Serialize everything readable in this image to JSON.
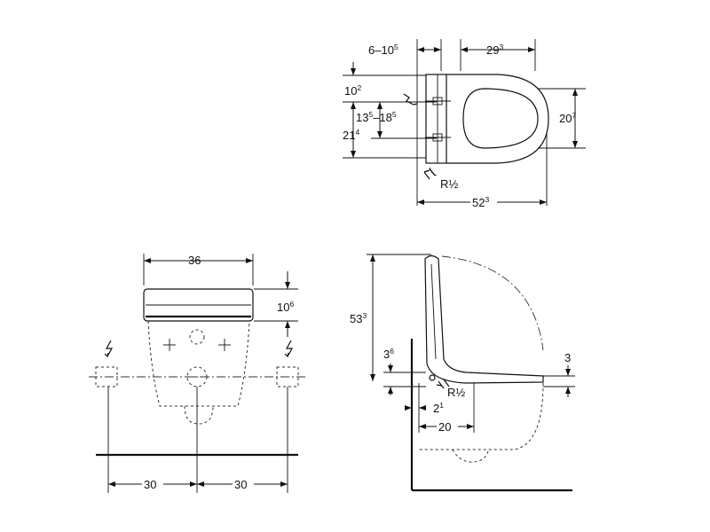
{
  "top_view": {
    "dim_offset": {
      "main": "6–10",
      "sup": "5"
    },
    "dim_seat_width": {
      "main": "29",
      "sup": "3"
    },
    "dim_upper": {
      "main": "10",
      "sup": "2"
    },
    "dim_range": {
      "main1": "13",
      "sup1": "5",
      "mid": "–18",
      "sup2": "5"
    },
    "dim_lower": {
      "main": "21",
      "sup": "4"
    },
    "dim_right": {
      "main": "20",
      "sup": "7"
    },
    "dim_total": {
      "main": "52",
      "sup": "3"
    },
    "connection_label": "R½"
  },
  "front_view": {
    "dim_width": "36",
    "dim_height": {
      "main": "10",
      "sup": "6"
    },
    "dim_left": "30",
    "dim_right": "30"
  },
  "side_view": {
    "dim_height": {
      "main": "53",
      "sup": "3"
    },
    "dim_small_left": {
      "main": "3",
      "sup": "6"
    },
    "dim_small_right": "3",
    "dim_offset": {
      "main": "2",
      "sup": "1"
    },
    "dim_depth": "20",
    "connection_label": "R½"
  }
}
